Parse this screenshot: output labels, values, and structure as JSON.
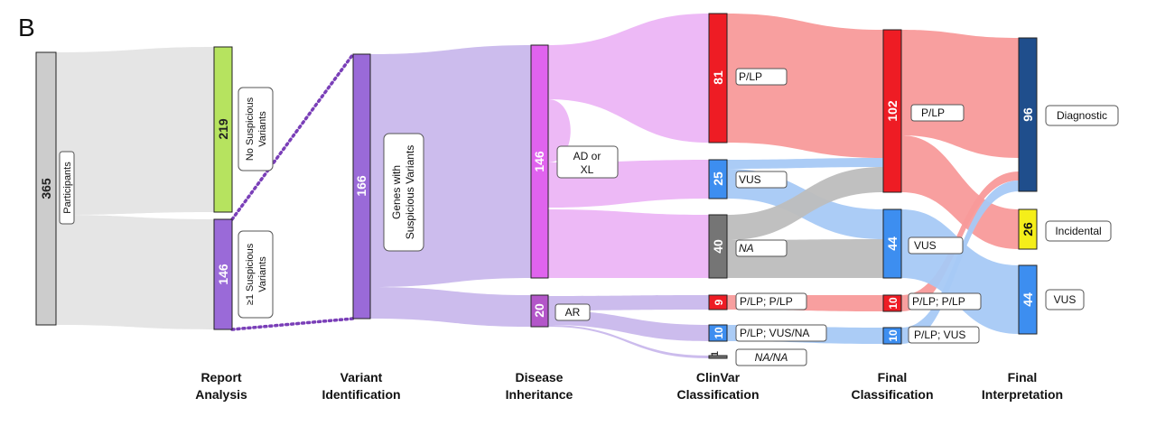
{
  "panel_label": "B",
  "stage_labels": {
    "report": [
      "Report",
      "Analysis"
    ],
    "variant": [
      "Variant",
      "Identification"
    ],
    "disease": [
      "Disease",
      "Inheritance"
    ],
    "clinvar": [
      "ClinVar",
      "Classification"
    ],
    "final_class": [
      "Final",
      "Classification"
    ],
    "final_interp": [
      "Final",
      "Interpretation"
    ]
  },
  "nodes": {
    "participants": {
      "value": "365",
      "label": "Participants",
      "color": "#cccccc"
    },
    "no_suspicious": {
      "value": "219",
      "label": [
        "No Suspicious",
        "Variants"
      ],
      "color": "#b6e35f"
    },
    "suspicious": {
      "value": "146",
      "label": [
        "≥1 Suspicious",
        "Variants"
      ],
      "color": "#9a6ad8"
    },
    "genes": {
      "value": "166",
      "label": [
        "Genes with",
        "Suspicious Variants"
      ],
      "color": "#9a6ad8"
    },
    "ad_xl": {
      "value": "146",
      "label": [
        "AD or",
        "XL"
      ],
      "color": "#e063ee"
    },
    "ar": {
      "value": "20",
      "label": "AR",
      "color": "#b356c9"
    },
    "cv_plp": {
      "value": "81",
      "label": "P/LP",
      "color": "#ee1c24"
    },
    "cv_vus": {
      "value": "25",
      "label": "VUS",
      "color": "#3d8ef0"
    },
    "cv_na": {
      "value": "40",
      "label": "NA",
      "color": "#757575"
    },
    "cv_plp_plp": {
      "value": "9",
      "label": "P/LP; P/LP",
      "color": "#ee1c24"
    },
    "cv_plp_vusna": {
      "value": "10",
      "label": "P/LP; VUS/NA",
      "color": "#3d8ef0"
    },
    "cv_nana": {
      "value": "1",
      "label": "NA/NA",
      "color": "#757575"
    },
    "fc_plp": {
      "value": "102",
      "label": "P/LP",
      "color": "#ee1c24"
    },
    "fc_vus": {
      "value": "44",
      "label": "VUS",
      "color": "#3d8ef0"
    },
    "fc_plp_plp": {
      "value": "10",
      "label": "P/LP; P/LP",
      "color": "#ee1c24"
    },
    "fc_plp_vus": {
      "value": "10",
      "label": "P/LP; VUS",
      "color": "#3d8ef0"
    },
    "diagnostic": {
      "value": "96",
      "label": "Diagnostic",
      "color": "#1f4e8c"
    },
    "incidental": {
      "value": "26",
      "label": "Incidental",
      "color": "#f5ee1a"
    },
    "fi_vus": {
      "value": "44",
      "label": "VUS",
      "color": "#3d8ef0"
    }
  },
  "flow_colors": {
    "gray": "#e4e4e4",
    "purple": "#c9b8ec",
    "pink": "#ecb5f5",
    "red": "#f89a9a",
    "blue": "#a6c9f5",
    "darkgray": "#bdbdbd",
    "dots": "#7a3fb8"
  }
}
